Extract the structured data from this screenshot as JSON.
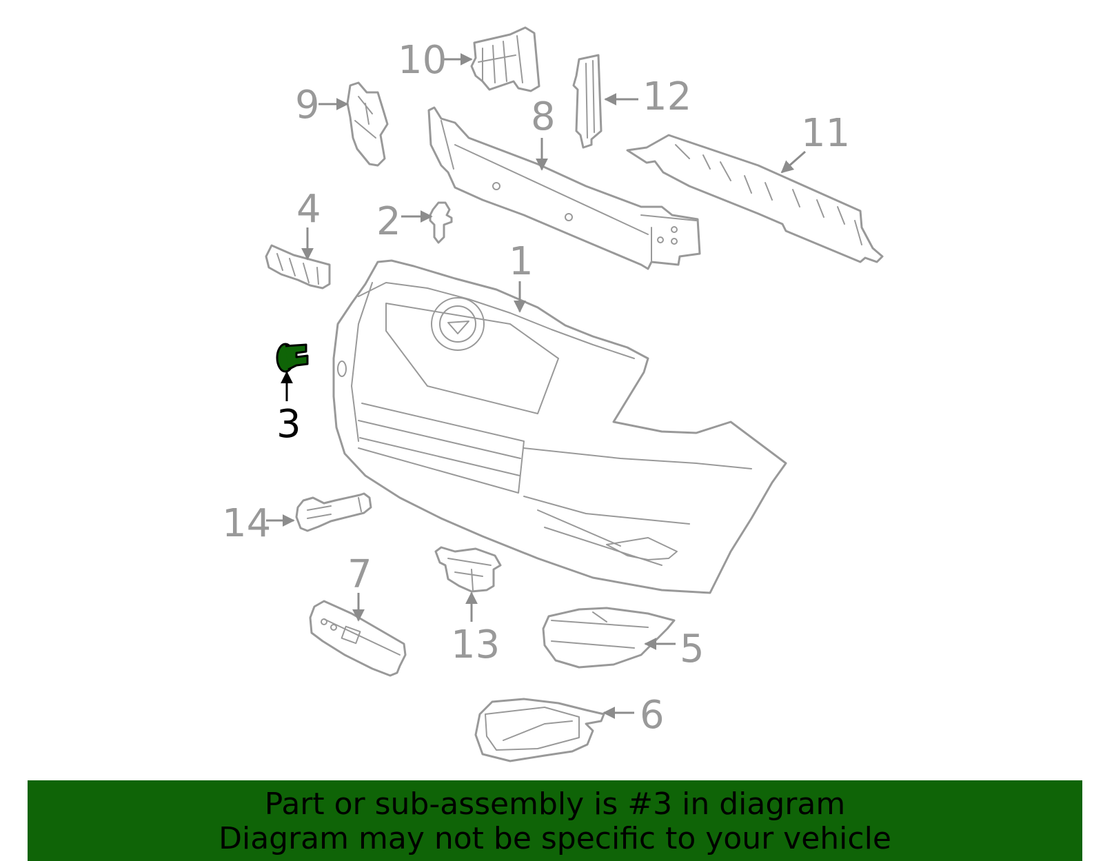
{
  "highlight": {
    "part_number": "3",
    "color": "#0f6407"
  },
  "callouts": [
    {
      "id": "1",
      "label": "1"
    },
    {
      "id": "2",
      "label": "2"
    },
    {
      "id": "3",
      "label": "3"
    },
    {
      "id": "4",
      "label": "4"
    },
    {
      "id": "5",
      "label": "5"
    },
    {
      "id": "6",
      "label": "6"
    },
    {
      "id": "7",
      "label": "7"
    },
    {
      "id": "8",
      "label": "8"
    },
    {
      "id": "9",
      "label": "9"
    },
    {
      "id": "10",
      "label": "10"
    },
    {
      "id": "11",
      "label": "11"
    },
    {
      "id": "12",
      "label": "12"
    },
    {
      "id": "13",
      "label": "13"
    },
    {
      "id": "14",
      "label": "14"
    }
  ],
  "banner": {
    "line1": "Part or sub-assembly is #3 in diagram",
    "line2": "Diagram may not be specific to your vehicle",
    "background": "#0f6407"
  }
}
